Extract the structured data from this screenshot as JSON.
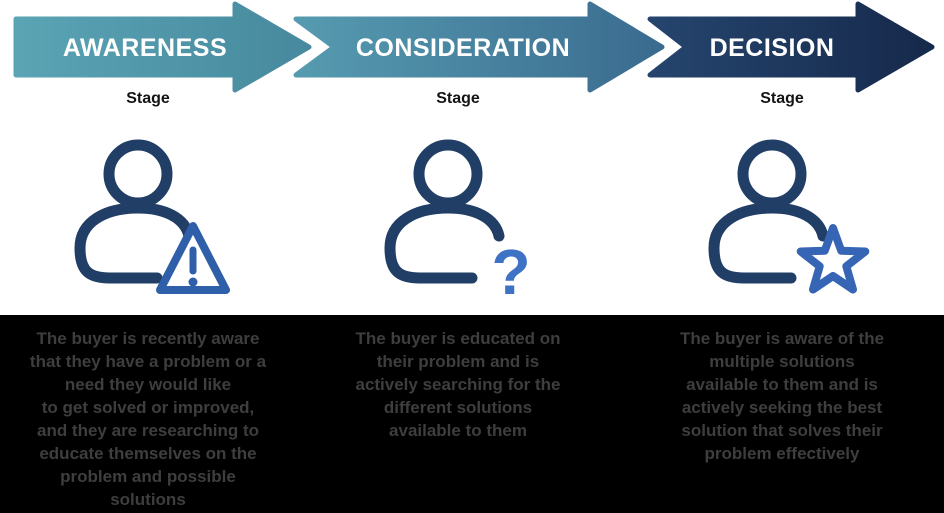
{
  "stages": [
    {
      "name": "AWARENESS",
      "sublabel": "Stage",
      "icon": "person-warning-icon",
      "accent_color": "#2f5fa9",
      "description": "The buyer is recently aware\nthat they have a problem or a\nneed they would like\nto get solved or improved,\nand they are researching to\neducate themselves on the\nproblem and possible\nsolutions"
    },
    {
      "name": "CONSIDERATION",
      "sublabel": "Stage",
      "icon": "person-question-icon",
      "accent_color": "#3e72c4",
      "description": "The buyer is educated on\ntheir problem and is\nactively searching for the\ndifferent solutions\navailable to them"
    },
    {
      "name": "DECISION",
      "sublabel": "Stage",
      "icon": "person-star-icon",
      "accent_color": "#3565b4",
      "description": "The buyer is aware of the\nmultiple solutions\navailable to them and is\nactively seeking the best\nsolution that solves their\nproblem effectively"
    }
  ],
  "colors": {
    "arrow1_start": "#5aa4b4",
    "arrow1_end": "#47899e",
    "arrow2_start": "#569bb0",
    "arrow2_end": "#3a6b8f",
    "arrow3_start": "#25456e",
    "arrow3_end": "#16294b",
    "person": "#213e66",
    "stage_label": "#141414",
    "description_text": "#3e3e3e",
    "description_bg": "#000000"
  }
}
